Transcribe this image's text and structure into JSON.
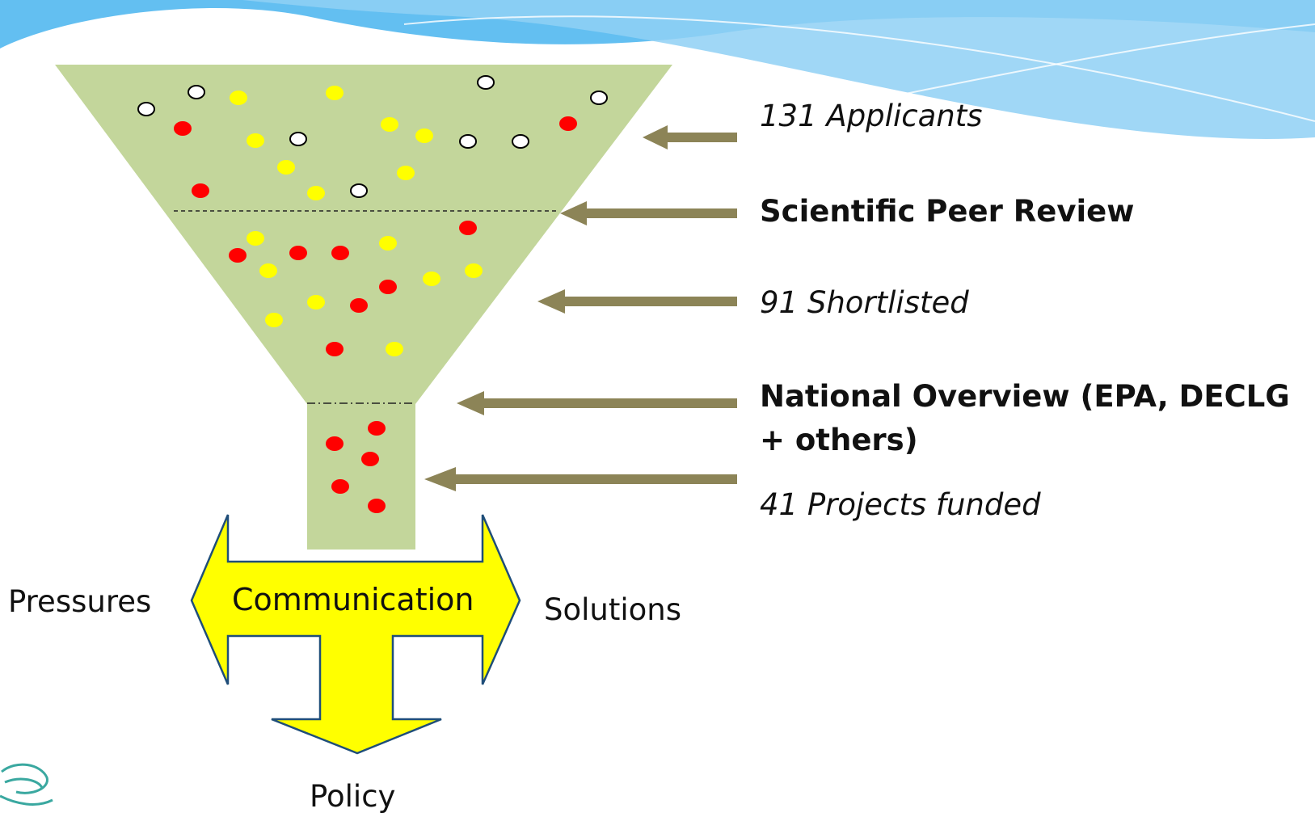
{
  "stages": [
    {
      "text": "131 Applicants",
      "style": "italic"
    },
    {
      "text": "Scientific Peer Review",
      "style": "bold"
    },
    {
      "text": "91 Shortlisted",
      "style": "italic"
    },
    {
      "text": "National Overview (EPA, DECLG + others)",
      "style": "bold"
    },
    {
      "text": "41 Projects funded",
      "style": "italic"
    }
  ],
  "outputs": {
    "center": "Communication",
    "left": "Pressures",
    "right": "Solutions",
    "bottom": "Policy"
  },
  "dot_legend_colors": {
    "unranked": "#ffffff",
    "shortlisted": "#ffff00",
    "funded": "#ff0000"
  },
  "colors": {
    "funnel": "#c3d69b",
    "arrow": "#8c8457",
    "comm_arrow": "#ffff00",
    "comm_outline": "#1f4e79",
    "wave": "#5bbcf0"
  }
}
